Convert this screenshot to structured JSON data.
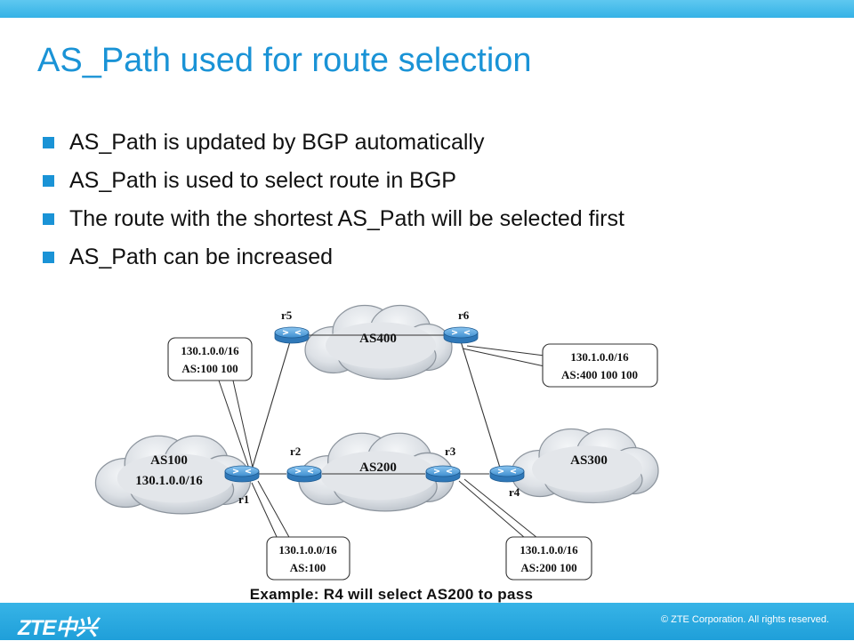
{
  "slide": {
    "title": "AS_Path used for route selection",
    "bullets": [
      "AS_Path is updated by BGP automatically",
      "AS_Path is used to select route in BGP",
      "The route with the shortest AS_Path will be selected first",
      "AS_Path can be increased"
    ],
    "caption": "Example: R4 will select AS200 to pass"
  },
  "diagram": {
    "clouds": {
      "as100": {
        "name": "AS100",
        "prefix": "130.1.0.0/16"
      },
      "as200": {
        "name": "AS200"
      },
      "as300": {
        "name": "AS300"
      },
      "as400": {
        "name": "AS400"
      }
    },
    "routers": {
      "r1": "r1",
      "r2": "r2",
      "r3": "r3",
      "r4": "r4",
      "r5": "r5",
      "r6": "r6"
    },
    "callouts": {
      "r1_to_r5": {
        "prefix": "130.1.0.0/16",
        "path": "AS:100 100"
      },
      "r6_out": {
        "prefix": "130.1.0.0/16",
        "path": "AS:400 100 100"
      },
      "r1_to_r2": {
        "prefix": "130.1.0.0/16",
        "path": "AS:100"
      },
      "r3_out": {
        "prefix": "130.1.0.0/16",
        "path": "AS:200 100"
      }
    }
  },
  "footer": {
    "logo": "ZTE中兴",
    "copyright": "© ZTE Corporation. All rights reserved."
  },
  "colors": {
    "accent": "#1a93d6",
    "bar": "#35b2e6",
    "router": "#3f8fd0",
    "cloud": "#d4d9df"
  }
}
